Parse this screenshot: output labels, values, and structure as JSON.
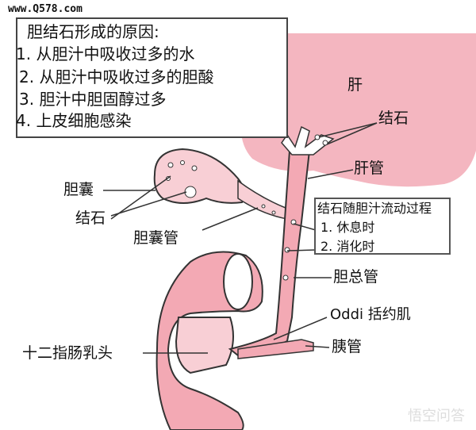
{
  "site": "www.Q578.com",
  "causes_box": {
    "title": "胆结石形成的原因:",
    "items": [
      "1. 从胆汁中吸收过多的水",
      "2. 从胆汁中吸收过多的胆酸",
      "3. 胆汁中胆固醇过多",
      "4. 上皮细胞感染"
    ]
  },
  "labels": {
    "liver": "肝",
    "stones_liver": "结石",
    "hepatic_duct": "肝管",
    "gallbladder": "胆囊",
    "stones_gallbladder": "结石",
    "cystic_duct": "胆囊管",
    "common_bile_duct": "胆总管",
    "oddi": "Oddi 括约肌",
    "pancreatic_duct": "胰管",
    "duodenal_papilla": "十二指肠乳头"
  },
  "flow_box": {
    "title": "结石随胆汁流动过程",
    "items": [
      "1. 休息时",
      "2. 消化时"
    ]
  },
  "watermark": "悟空问答",
  "colors": {
    "tissue": "#f3a9b4",
    "tissue_light": "#f8cfd5",
    "outline": "#333333"
  }
}
